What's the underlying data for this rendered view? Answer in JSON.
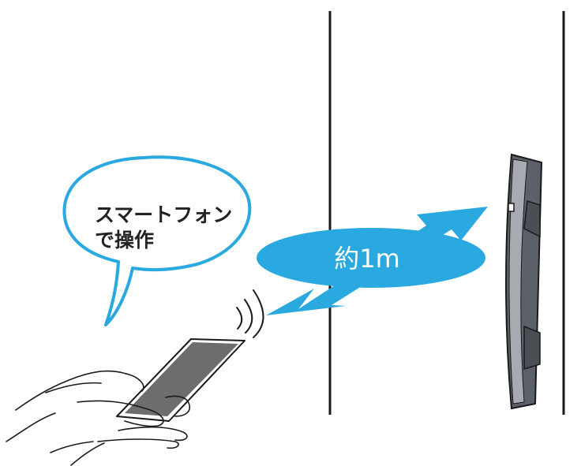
{
  "speech_bubble": {
    "line1": "スマートフォン",
    "line2": "で操作"
  },
  "distance_label": "約1m",
  "colors": {
    "accent": "#29a9df",
    "line": "#1a1a1a",
    "door_handle_dark": "#5c6068",
    "door_handle_light": "#a7abb1",
    "phone_screen": "#6d6d6d"
  }
}
